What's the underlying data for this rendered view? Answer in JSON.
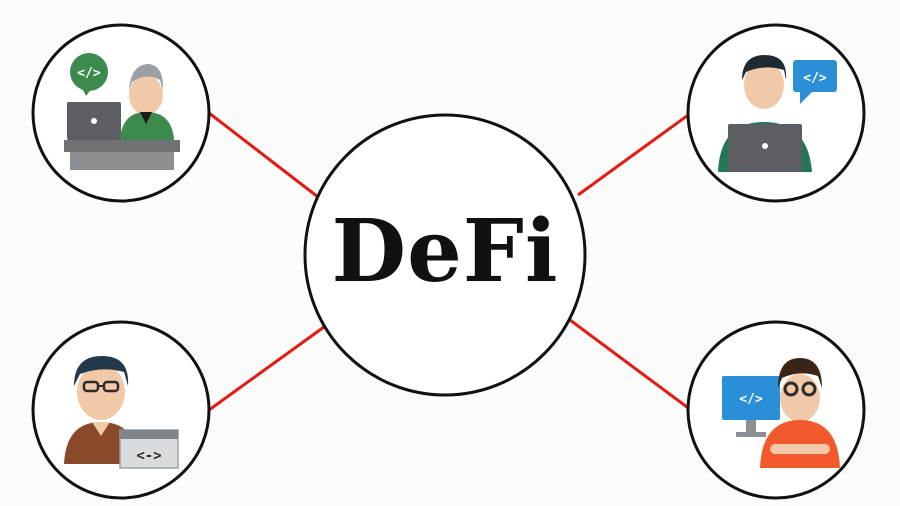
{
  "center": {
    "title": "DeFi"
  },
  "nodes": [
    {
      "role": "developer-at-desk",
      "icon_text": "</>"
    },
    {
      "role": "developer-with-laptop",
      "icon_text": "</>"
    },
    {
      "role": "developer-with-code-window",
      "icon_text": "<->"
    },
    {
      "role": "developer-at-monitor",
      "icon_text": "</>"
    }
  ],
  "colors": {
    "background": "#fbfbfb",
    "circle_stroke": "#111111",
    "connector": "#e31b12",
    "code_green": "#3d8a4d",
    "code_blue": "#2a8fd6",
    "shirt_orange": "#f2592c",
    "laptop_gray": "#5b5f63"
  }
}
